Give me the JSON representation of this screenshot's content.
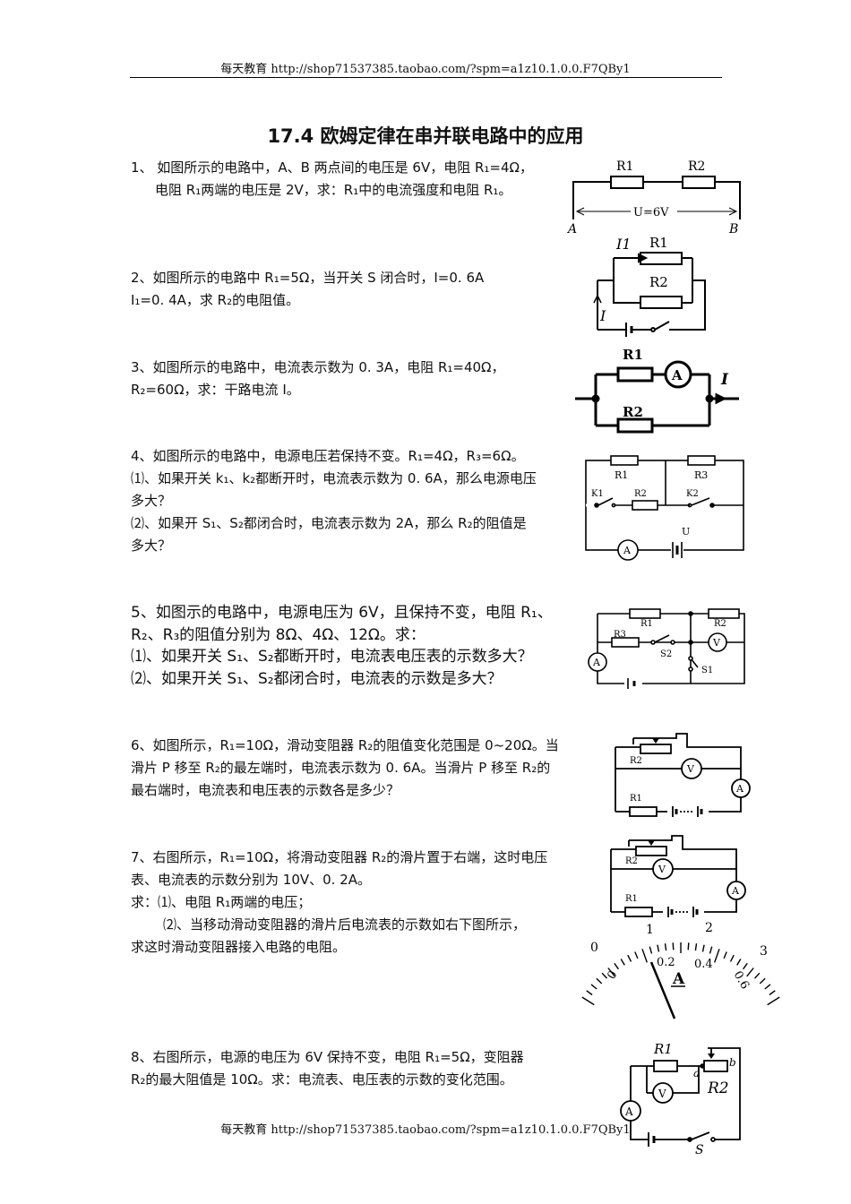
{
  "header": "每天教育 http://shop71537385.taobao.com/?spm=a1z10.1.0.0.F7QBy1",
  "footer": "每天教育 http://shop71537385.taobao.com/?spm=a1z10.1.0.0.F7QBy1",
  "title": "17.4 欧姆定律在串并联电路中的应用",
  "questions": [
    {
      "lines": [
        "1、 如图所示的电路中，A、B 两点间的电压是 6V，电阻 R₁=4Ω，",
        "电阻 R₁两端的电压是 2V，求：R₁中的电流强度和电阻 R₁。"
      ]
    },
    {
      "lines": [
        "2、如图所示的电路中 R₁=5Ω，当开关 S 闭合时，I=0. 6A",
        "I₁=0. 4A，求 R₂的电阻值。"
      ]
    },
    {
      "lines": [
        "3、如图所示的电路中，电流表示数为 0. 3A，电阻 R₁=40Ω，",
        "R₂=60Ω，求：干路电流 I。"
      ]
    },
    {
      "lines": [
        "4、如图所示的电路中，电源电压若保持不变。R₁=4Ω，R₃=6Ω。",
        "⑴、如果开关 k₁、k₂都断开时，电流表示数为 0. 6A，那么电源电压",
        "多大？",
        "⑵、如果开 S₁、S₂都闭合时，电流表示数为 2A，那么 R₂的阻值是",
        "多大？"
      ]
    },
    {
      "lines": [
        "5、如图示的电路中，电源电压为 6V，且保持不变，电阻 R₁、",
        "R₂、R₃的阻值分别为 8Ω、4Ω、12Ω。求：",
        "⑴、如果开关 S₁、S₂都断开时，电流表电压表的示数多大？",
        "⑵、如果开关 S₁、S₂都闭合时，电流表的示数是多大？"
      ]
    },
    {
      "lines": [
        "6、如图所示，R₁=10Ω，滑动变阻器 R₂的阻值变化范围是 0~20Ω。当",
        "滑片 P 移至 R₂的最左端时，电流表示数为 0. 6A。当滑片 P 移至 R₂的",
        "最右端时，电流表和电压表的示数各是多少？"
      ]
    },
    {
      "lines": [
        "7、右图所示，R₁=10Ω，将滑动变阻器 R₂的滑片置于右端，这时电压",
        "表、电流表的示数分别为 10V、0. 2A。",
        "求：⑴、电阻 R₁两端的电压；",
        "⑵、当移动滑动变阻器的滑片后电流表的示数如右下图所示，",
        "求这时滑动变阻器接入电路的电阻。"
      ]
    },
    {
      "lines": [
        "8、右图所示，电源的电压为 6V 保持不变，电阻 R₁=5Ω，变阻器",
        "R₂的最大阻值是 10Ω。求：电流表、电压表的示数的变化范围。"
      ]
    }
  ],
  "figures": {
    "f1": {
      "r1": "R1",
      "r2": "R2",
      "u": "U=6V",
      "a": "A",
      "b": "B"
    },
    "f2": {
      "i1": "I1",
      "r1": "R1",
      "r2": "R2",
      "i": "I"
    },
    "f3": {
      "r1": "R1",
      "r2": "R2",
      "a": "A",
      "i": "I"
    },
    "f4": {
      "r1": "R1",
      "r3": "R3",
      "k1": "K1",
      "r2": "R2",
      "k2": "K2",
      "u": "U",
      "a": "A"
    },
    "f5": {
      "r1": "R1",
      "r2": "R2",
      "r3": "R3",
      "s2": "S2",
      "s1": "S1",
      "a": "A",
      "v": "V"
    },
    "f6": {
      "r2": "R2",
      "r1": "R1",
      "a": "A",
      "v": "V"
    },
    "f7": {
      "r2": "R2",
      "r1": "R1",
      "a": "A",
      "v": "V"
    },
    "meter": {
      "top": [
        "1",
        "2"
      ],
      "left0": "0",
      "right3": "3",
      "inner": [
        "0.2",
        "0.4",
        "0.6"
      ],
      "inner0": "0",
      "unit": "A"
    },
    "f8": {
      "r1": "R1",
      "a_pt": "a",
      "b_pt": "b",
      "r2": "R2",
      "a": "A",
      "v": "V",
      "s": "S"
    }
  }
}
